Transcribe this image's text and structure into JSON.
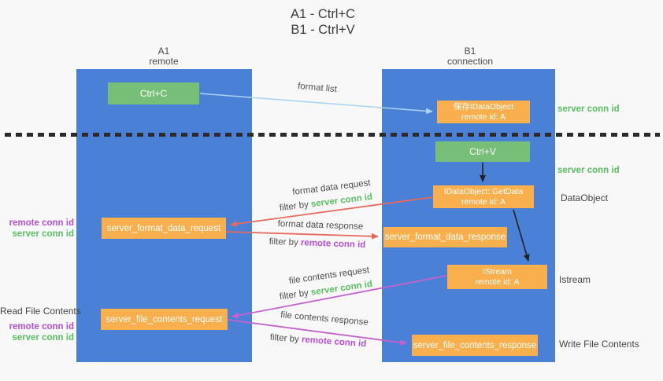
{
  "title": {
    "line1": "A1 - Ctrl+C",
    "line2": "B1 - Ctrl+V"
  },
  "lanes": {
    "left": {
      "id": "A1",
      "label": "remote"
    },
    "right": {
      "id": "B1",
      "label": "connection"
    }
  },
  "nodes": {
    "ctrl_c": {
      "label": "Ctrl+C"
    },
    "ctrl_v": {
      "label": "Ctrl+V"
    },
    "save_idataobject": {
      "line1": "保存IDataObject",
      "line2": "remote id: A"
    },
    "idataobject_getdata": {
      "line1": "IDataObject::GetData",
      "line2": "remote id: A"
    },
    "istream": {
      "line1": "IStream",
      "line2": "remote id: A"
    },
    "server_format_data_request": {
      "label": "server_format_data_request"
    },
    "server_format_data_response": {
      "label": "server_format_data_response"
    },
    "server_file_contents_request": {
      "label": "server_file_contents_request"
    },
    "server_file_contents_response": {
      "label": "server_file_contents_response"
    }
  },
  "arrow_labels": {
    "format_list": "format list",
    "format_data_request": "format data request",
    "format_data_response": "format data response",
    "file_contents_request": "file contents request",
    "file_contents_response": "file contents response",
    "filter_by": "filter by",
    "server_conn_id": "server conn id",
    "remote_conn_id": "remote conn id"
  },
  "side_labels": {
    "server_conn_id_top_right": "server conn id",
    "server_conn_id_mid_right": "server conn id",
    "dataobject": "DataObject",
    "istream": "Istream",
    "write_file_contents": "Write File Contents",
    "read_file_contents": "Read File Contents",
    "remote_conn_id_left_1": "remote conn id",
    "server_conn_id_left_1": "server conn id",
    "remote_conn_id_left_2": "remote conn id",
    "server_conn_id_left_2": "server conn id"
  },
  "colors": {
    "lane_blue": "#4A80D6",
    "box_green": "#77BF79",
    "box_orange": "#F9AF4D",
    "arrow_blue": "#A9D3F1",
    "arrow_red": "#E76A5F",
    "arrow_purple": "#C363CE",
    "text_green": "#5BBE63",
    "text_purple": "#B44FD3"
  }
}
